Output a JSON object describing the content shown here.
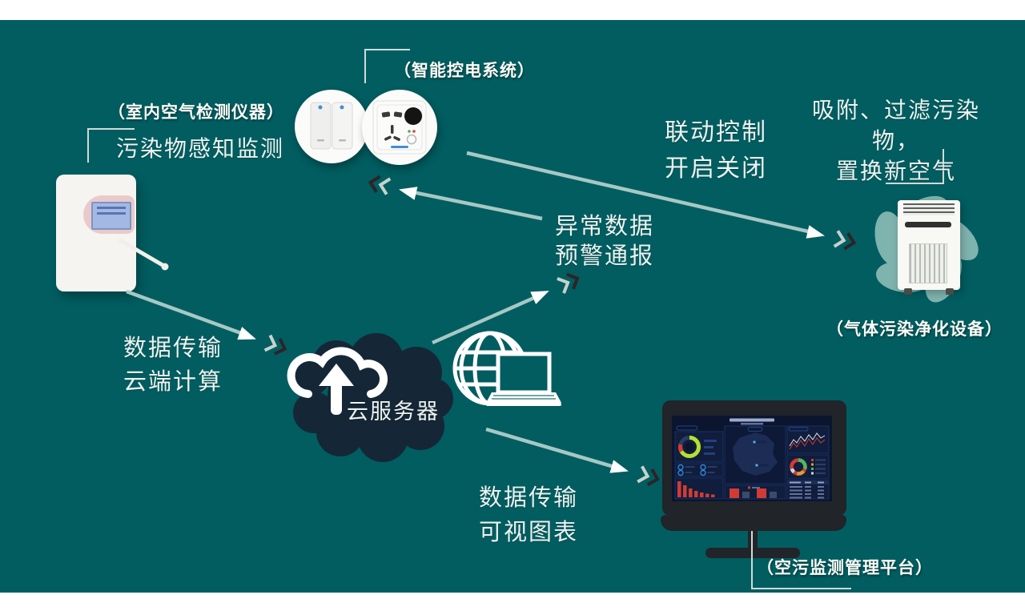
{
  "labels": {
    "detector_caption": "（室内空气检测仪器）",
    "detector_note": "污染物感知监测",
    "power_caption": "（智能控电系统）",
    "linkage_line1": "联动控制",
    "linkage_line2": "开启关闭",
    "purifier_note_line1": "吸附、过滤污染物，",
    "purifier_note_line2": "置换新空气",
    "purifier_caption": "（气体污染净化设备）",
    "alert_line1": "异常数据",
    "alert_line2": "预警通报",
    "upload_line1": "数据传输",
    "upload_line2": "云端计算",
    "cloud_label": "云服务器",
    "visual_line1": "数据传输",
    "visual_line2": "可视图表",
    "platform_caption": "（空污监测管理平台）"
  },
  "colors": {
    "background": "#015d60",
    "frame": "#ffffff",
    "text": "#edf3f1",
    "arrow_line": "#a6c8c4",
    "arrow_head": "#ffffff",
    "chevron_light": "#c6d1ce",
    "chevron_dark": "#2e2327",
    "bracket": "#cfdbd8",
    "cloud_fill": "#152736",
    "swirl": "#7fb3ae",
    "monitor_body": "#212428",
    "screen_bg": "#0b152e",
    "alert_red": "#d23b33",
    "gauge_green": "#b4e02e"
  }
}
